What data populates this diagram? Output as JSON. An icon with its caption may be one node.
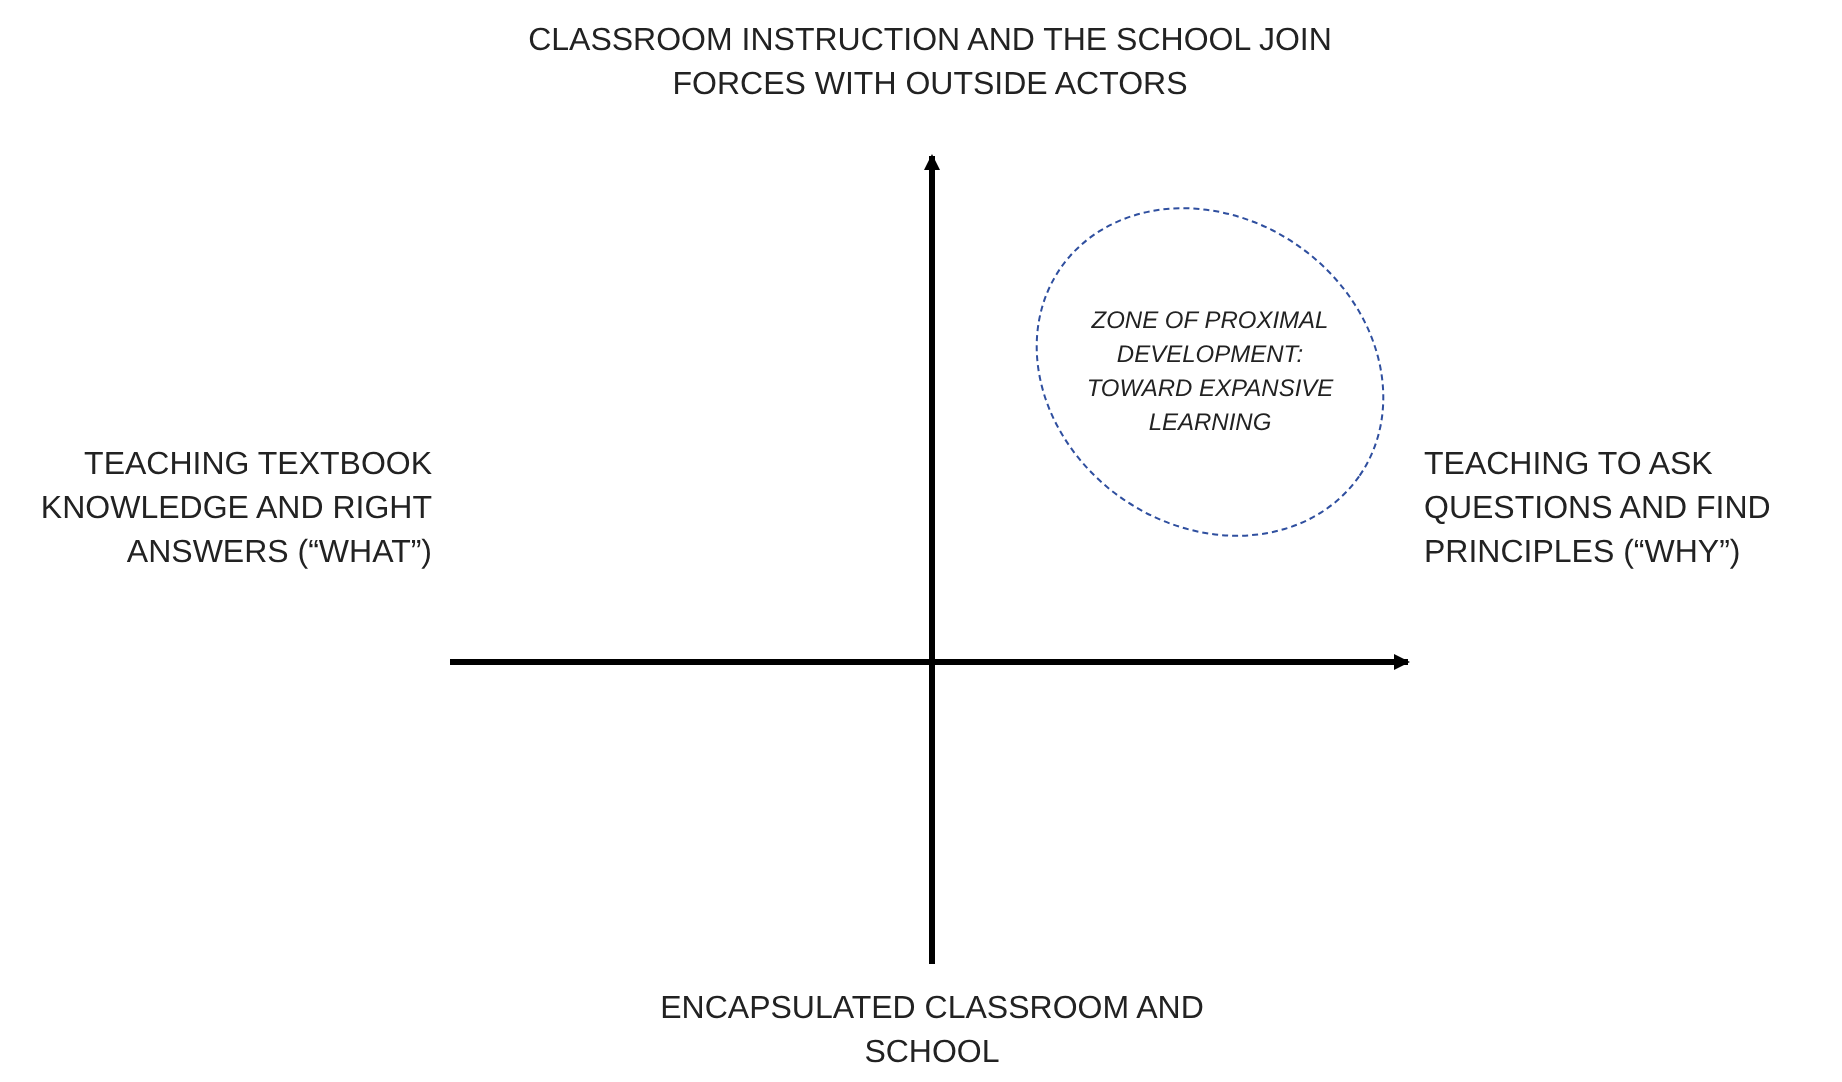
{
  "diagram": {
    "nodes": [
      {
        "text": [
          "ZONE OF PROXIMAL DEVELOPMENT: TOWARD EXPANSIVE LEARNING"
        ]
      }
    ],
    "labels": [
      "CLASSROOM INSTRUCTION AND THE SCHOOL JOIN FORCES WITH OUTSIDE ACTORS",
      "TEACHING TEXTBOOK KNOWLEDGE AND RIGHT ANSWERS (“WHAT”)",
      "TEACHING TO ASK QUESTIONS AND FIND PRINCIPLES (“WHY”)",
      "ENCAPSULATED CLASSROOM AND SCHOOL"
    ]
  }
}
